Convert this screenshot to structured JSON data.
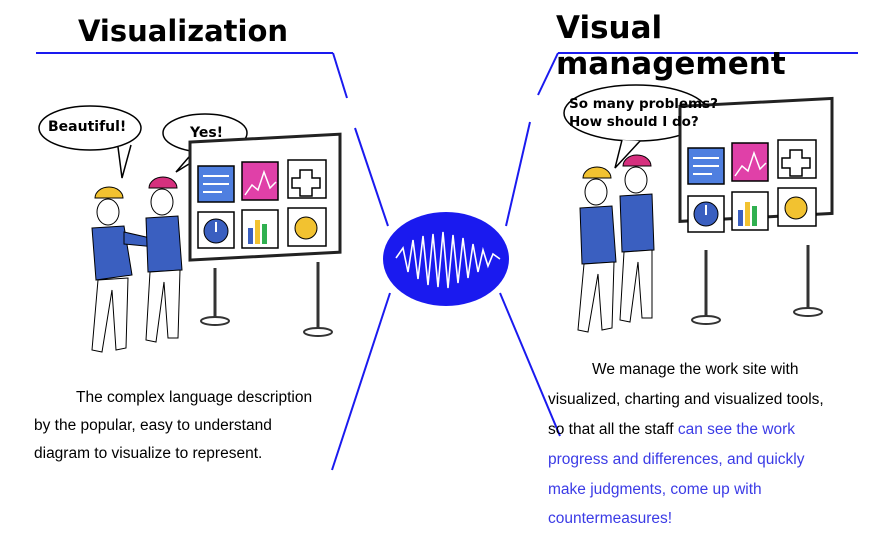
{
  "left": {
    "title": "Visualization",
    "bubble_1": "Beautiful!",
    "bubble_2": "Yes!",
    "description": [
      "The complex language description",
      "by the popular, easy to understand",
      "diagram to visualize to represent."
    ]
  },
  "right": {
    "title": "Visual management",
    "bubble_line_1": "So many problems?",
    "bubble_line_2": "How should I do?",
    "description_line_1": "We manage the work site with",
    "description_line_2": "visualized, charting and visualized tools,",
    "description_line_3_black": "so that all the staff",
    "description_line_3_blue": "can see the work",
    "description_line_4_black": "progress",
    "description_line_4_blue": "and differences, and quickly",
    "description_line_5": "make judgments, come up with",
    "description_line_6": "countermeasures!"
  },
  "colors": {
    "accent_blue": "#1a1aef",
    "text_blue": "#3b3be6",
    "shirt_blue": "#3a5fc0",
    "helmet_yellow": "#f2c230",
    "helmet_pink": "#d6307e"
  }
}
